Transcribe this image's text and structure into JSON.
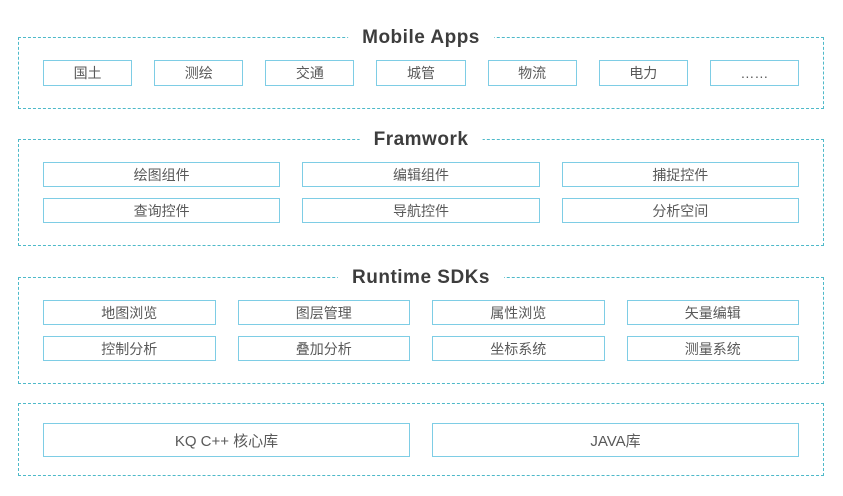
{
  "colors": {
    "dashed_border": "#4eb9c9",
    "box_border": "#7ecde5",
    "box_text": "#595959",
    "title_text": "#3d3d3d",
    "background": "#ffffff"
  },
  "sections": [
    {
      "title": "Mobile Apps",
      "rows": [
        [
          "国土",
          "测绘",
          "交通",
          "城管",
          "物流",
          "电力",
          "……"
        ]
      ]
    },
    {
      "title": "Framwork",
      "rows": [
        [
          "绘图组件",
          "编辑组件",
          "捕捉控件"
        ],
        [
          "查询控件",
          "导航控件",
          "分析空间"
        ]
      ]
    },
    {
      "title": "Runtime SDKs",
      "rows": [
        [
          "地图浏览",
          "图层管理",
          "属性浏览",
          "矢量编辑"
        ],
        [
          "控制分析",
          "叠加分析",
          "坐标系统",
          "测量系统"
        ]
      ]
    },
    {
      "title": "",
      "rows": [
        [
          "KQ C++ 核心库",
          "JAVA库"
        ]
      ]
    }
  ]
}
